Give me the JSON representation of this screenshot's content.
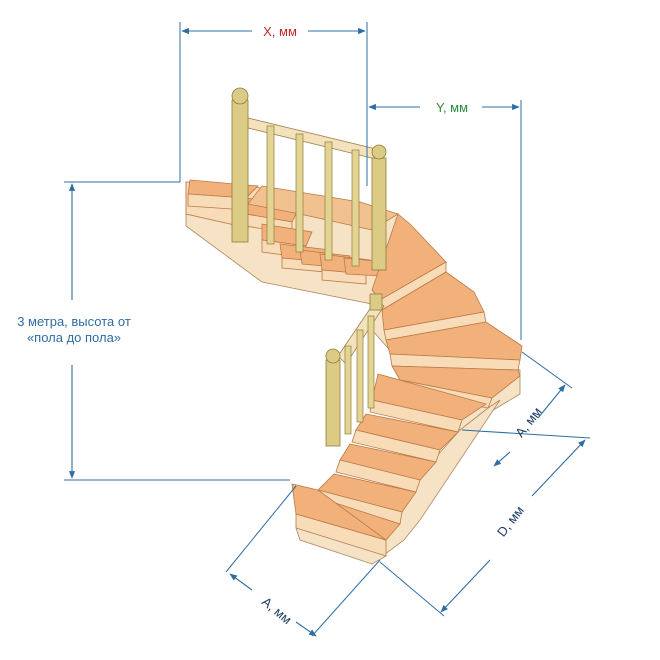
{
  "labels": {
    "x": "X, мм",
    "y": "Y, мм",
    "height_line1": "3 метра, высота от",
    "height_line2": "«пола до пола»",
    "a_right": "A, мм",
    "d": "D, мм",
    "a_bottom": "A, мм"
  },
  "colors": {
    "dimension": "#2f6da3",
    "x_label": "#c0272d",
    "y_label": "#2e8b3a",
    "height_label": "#2f6da3",
    "a_d_label": "#1f3f66",
    "wood_tread": "#f2b07a",
    "wood_light": "#f8dcb8",
    "baluster": "#e3d494"
  }
}
